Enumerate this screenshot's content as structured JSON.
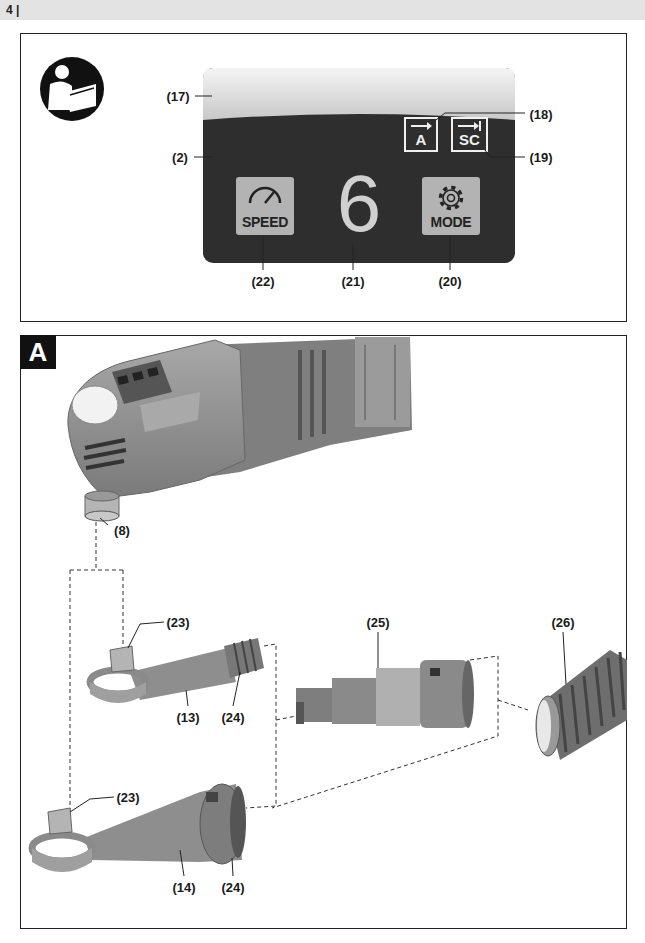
{
  "diagram": {
    "nodes": [
      {
        "text": [
          "4 |"
        ]
      },
      {
        "text": [
          "6"
        ]
      },
      {
        "text": [
          "A"
        ],
        "in": 1
      },
      {
        "text": [
          "SC"
        ],
        "in": 1
      },
      {
        "text": [
          "SPEED"
        ],
        "in": 1
      },
      {
        "text": [
          "MODE"
        ],
        "in": 1
      },
      {
        "text": [
          "A"
        ]
      }
    ],
    "labels": [
      "(17)",
      "(18)",
      "(19)",
      "(2)",
      "(22)",
      "(21)",
      "(20)",
      "(8)",
      "(23)",
      "(25)",
      "(26)",
      "(13)",
      "(24)",
      "(23)",
      "(14)",
      "(24)"
    ]
  }
}
